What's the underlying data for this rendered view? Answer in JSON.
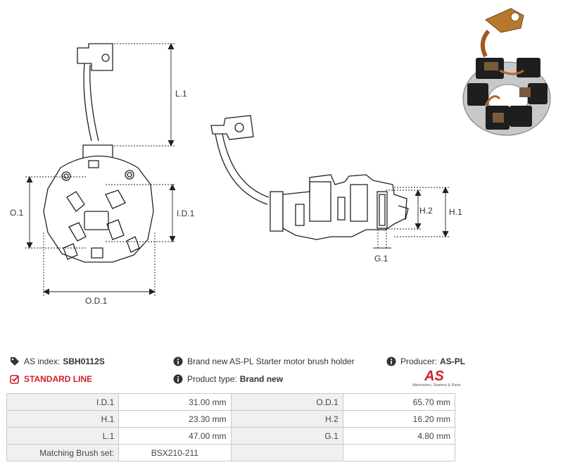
{
  "drawing": {
    "labels": {
      "l1": "L.1",
      "o1": "O.1",
      "id1": "I.D.1",
      "od1": "O.D.1",
      "h2": "H.2",
      "h1": "H.1",
      "g1": "G.1"
    }
  },
  "info": {
    "as_index_label": "AS index:",
    "as_index_value": "SBH0112S",
    "standard_line": "STANDARD LINE",
    "description": "Brand new AS-PL Starter motor brush holder",
    "product_type_label": "Product type:",
    "product_type_value": "Brand new",
    "producer_label": "Producer:",
    "producer_value": "AS-PL",
    "logo_mark": "AS",
    "logo_tagline": "Alternators, Starters & Parts"
  },
  "specs": {
    "rows": [
      [
        "I.D.1",
        "31.00 mm",
        "O.D.1",
        "65.70  mm"
      ],
      [
        "H.1",
        "23.30 mm",
        "H.2",
        "16.20 mm"
      ],
      [
        "L.1",
        "47.00 mm",
        "G.1",
        "4.80 mm"
      ],
      [
        "Matching Brush set:",
        "BSX210-211",
        "",
        ""
      ]
    ]
  },
  "colors": {
    "accent": "#d0202a",
    "label_cell": "#f0f0f0",
    "border": "#c9c9c9"
  }
}
